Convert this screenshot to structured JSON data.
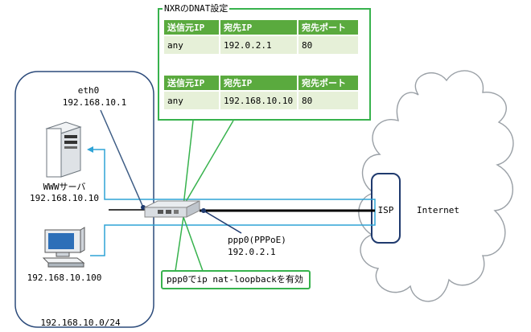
{
  "dnat": {
    "title": "NXRのDNAT設定",
    "headers": [
      "送信元IP",
      "宛先IP",
      "宛先ポート"
    ],
    "before": [
      "any",
      "192.0.2.1",
      "80"
    ],
    "after": [
      "any",
      "192.168.10.10",
      "80"
    ]
  },
  "lan": {
    "eth0_label": "eth0",
    "eth0_ip": "192.168.10.1",
    "server_label": "WWWサーバ",
    "server_ip": "192.168.10.10",
    "pc_ip": "192.168.10.100",
    "subnet": "192.168.10.0/24"
  },
  "wan": {
    "ppp_label": "ppp0(PPPoE)",
    "ppp_ip": "192.0.2.1",
    "isp_label": "ISP",
    "internet_label": "Internet"
  },
  "callout": {
    "text": "ppp0でip nat-loopbackを有効"
  },
  "colors": {
    "green": "#37b24d",
    "table_header": "#5aaa3e",
    "table_cell": "#e6f0d8",
    "cyan": "#2fa3d6",
    "navy": "#1f3a6e",
    "arrow_blue": "#3d82d3"
  }
}
